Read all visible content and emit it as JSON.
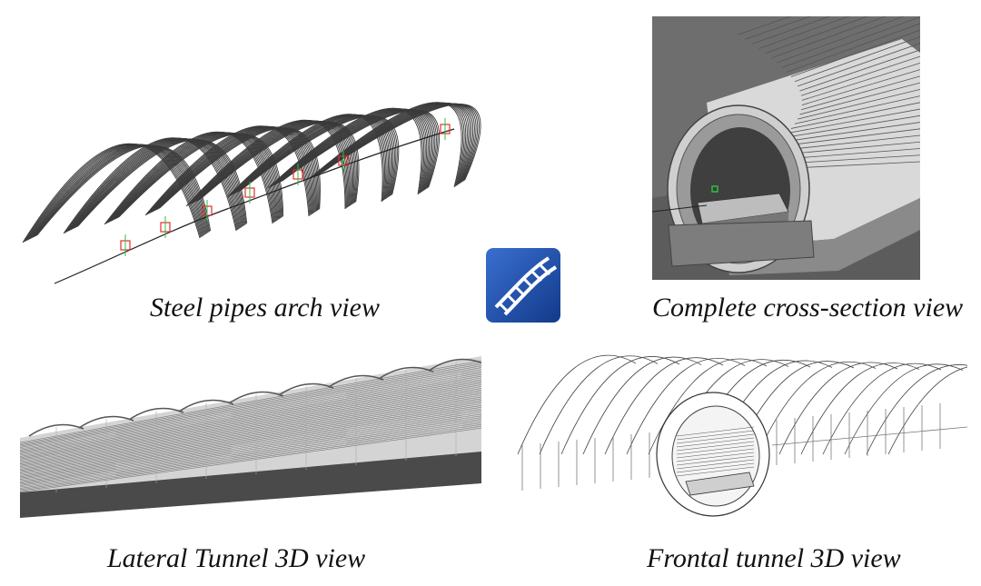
{
  "views": [
    {
      "id": "arch",
      "caption": "Steel pipes arch view",
      "icon": "steel-pipes-arch-render"
    },
    {
      "id": "cross",
      "caption": "Complete cross-section view",
      "icon": "tunnel-cross-section-render"
    },
    {
      "id": "lateral",
      "caption": "Lateral Tunnel 3D view",
      "icon": "lateral-tunnel-render"
    },
    {
      "id": "frontal",
      "caption": "Frontal tunnel 3D view",
      "icon": "frontal-tunnel-render"
    }
  ],
  "logo": {
    "icon": "railway-track-logo-icon",
    "color": "#1f4fa8"
  },
  "colors": {
    "background": "#ffffff",
    "pipe_stroke": "#333333",
    "render_background": "#6b6b6b",
    "marker_red": "#e03030",
    "marker_green": "#2fbf3f"
  }
}
